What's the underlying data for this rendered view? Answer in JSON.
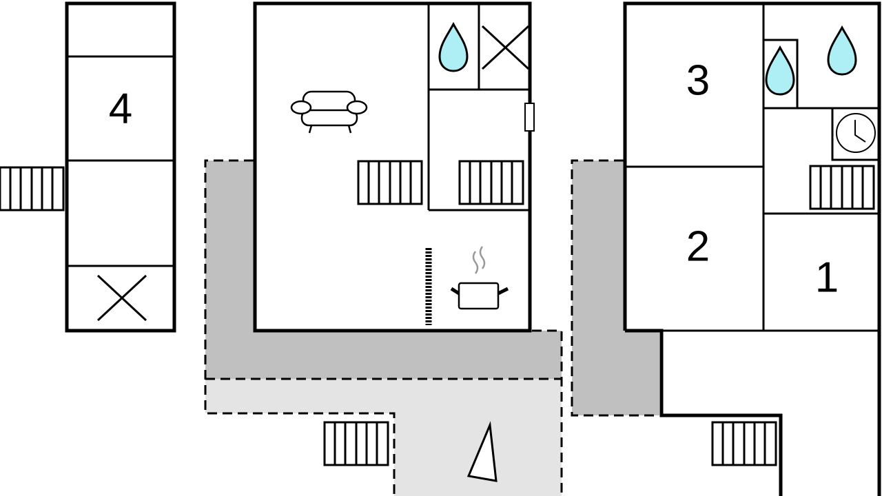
{
  "title": "Floor plan",
  "rooms": [
    {
      "id": "bedroom-1",
      "label": "1"
    },
    {
      "id": "bedroom-2",
      "label": "2"
    },
    {
      "id": "bedroom-3",
      "label": "3"
    },
    {
      "id": "bedroom-4",
      "label": "4"
    }
  ],
  "colors": {
    "wall": "#000000",
    "terrace_dark": "#c0c0c0",
    "terrace_light": "#e4e4e4",
    "water": "#aeeef5",
    "steam": "#999999"
  },
  "icons": [
    "sofa-icon",
    "water-drop-icon",
    "closet-icon",
    "stairs-icon",
    "stove-icon",
    "radiator-icon",
    "window-icon",
    "clock-icon",
    "direction-triangle-icon"
  ]
}
